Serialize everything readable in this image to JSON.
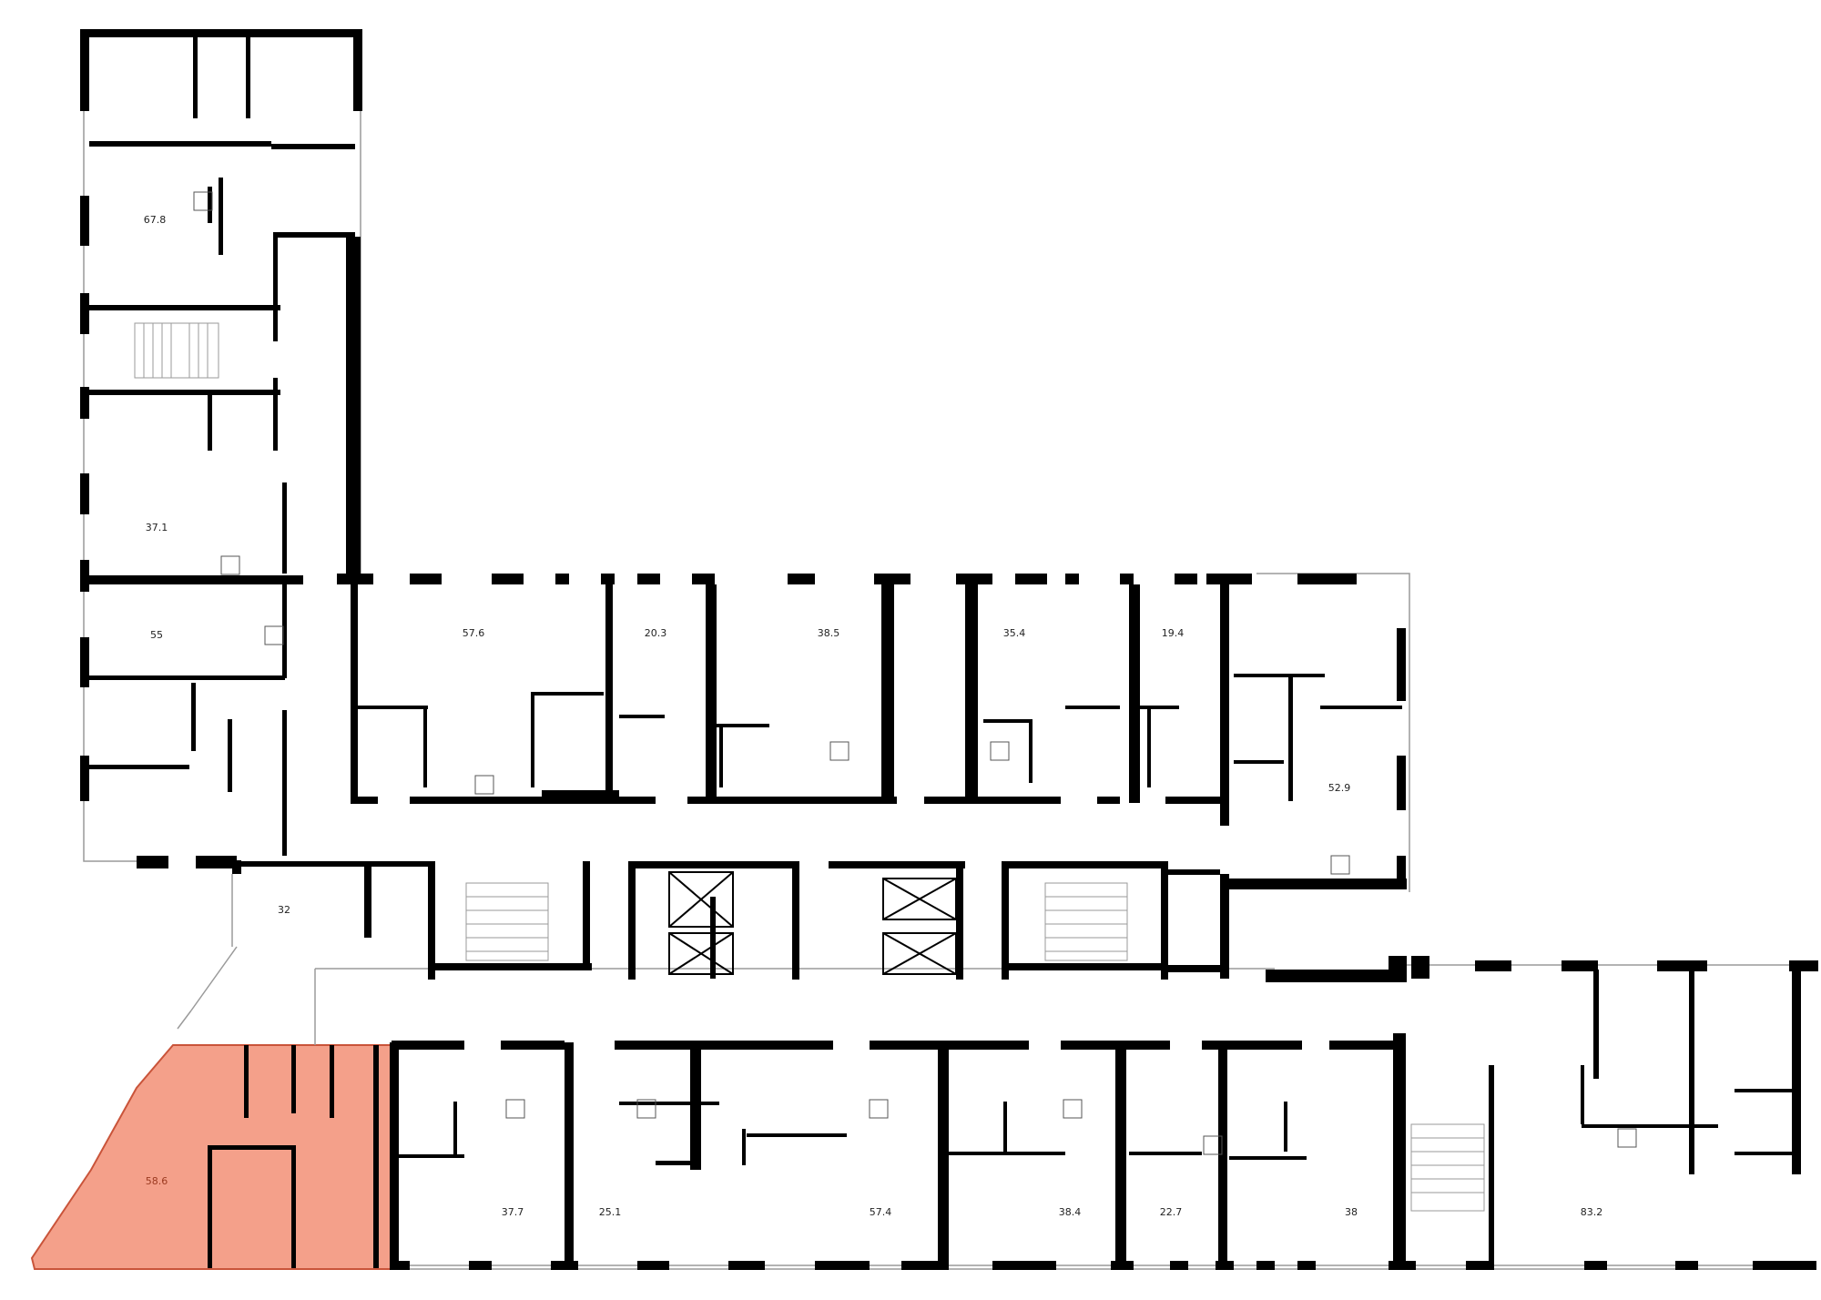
{
  "plan": {
    "accent_color": "#f4a08a",
    "accent_edge_color": "#c9543a",
    "wall_color": "#000000",
    "line_color": "#9a9a9a",
    "selected_unit": "58.6",
    "units": [
      {
        "id": "u-67-8",
        "label": "67.8"
      },
      {
        "id": "u-37-1",
        "label": "37.1"
      },
      {
        "id": "u-55",
        "label": "55"
      },
      {
        "id": "u-32",
        "label": "32"
      },
      {
        "id": "u-57-6",
        "label": "57.6"
      },
      {
        "id": "u-20-3",
        "label": "20.3"
      },
      {
        "id": "u-38-5",
        "label": "38.5"
      },
      {
        "id": "u-35-4",
        "label": "35.4"
      },
      {
        "id": "u-19-4",
        "label": "19.4"
      },
      {
        "id": "u-52-9",
        "label": "52.9"
      },
      {
        "id": "u-58-6",
        "label": "58.6"
      },
      {
        "id": "u-37-7",
        "label": "37.7"
      },
      {
        "id": "u-25-1",
        "label": "25.1"
      },
      {
        "id": "u-57-4",
        "label": "57.4"
      },
      {
        "id": "u-38-4",
        "label": "38.4"
      },
      {
        "id": "u-22-7",
        "label": "22.7"
      },
      {
        "id": "u-38",
        "label": "38"
      },
      {
        "id": "u-83-2",
        "label": "83.2"
      }
    ]
  }
}
